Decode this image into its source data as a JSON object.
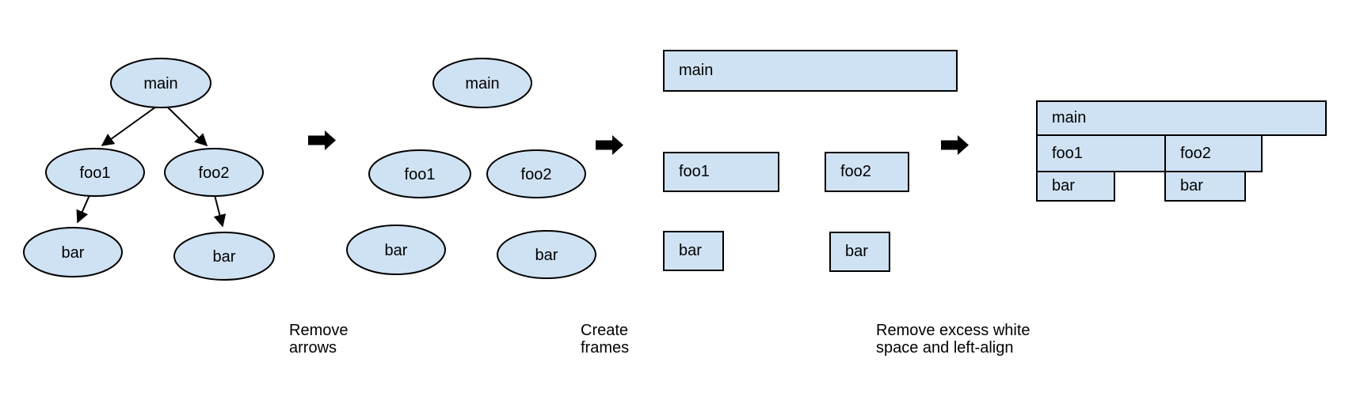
{
  "background": "#ffffff",
  "colors": {
    "node_fill": "#cfe2f3",
    "node_stroke": "#000000",
    "edge_color": "#000000",
    "transition_arrow": "#000000",
    "text": "#000000"
  },
  "stages": {
    "tree": {
      "main": "main",
      "foo1": "foo1",
      "foo2": "foo2",
      "bar_left": "bar",
      "bar_right": "bar"
    },
    "no_arrows": {
      "main": "main",
      "foo1": "foo1",
      "foo2": "foo2",
      "bar_left": "bar",
      "bar_right": "bar"
    },
    "frames": {
      "main": "main",
      "foo1": "foo1",
      "foo2": "foo2",
      "bar_left": "bar",
      "bar_right": "bar"
    },
    "flame": {
      "main": "main",
      "foo1": "foo1",
      "foo2": "foo2",
      "bar_left": "bar",
      "bar_right": "bar"
    }
  },
  "captions": {
    "remove_arrows": {
      "line1": "Remove",
      "line2": "arrows"
    },
    "create_frames": {
      "line1": "Create",
      "line2": "frames"
    },
    "left_align": {
      "line1": "Remove excess white",
      "line2": "space and left-align"
    }
  }
}
